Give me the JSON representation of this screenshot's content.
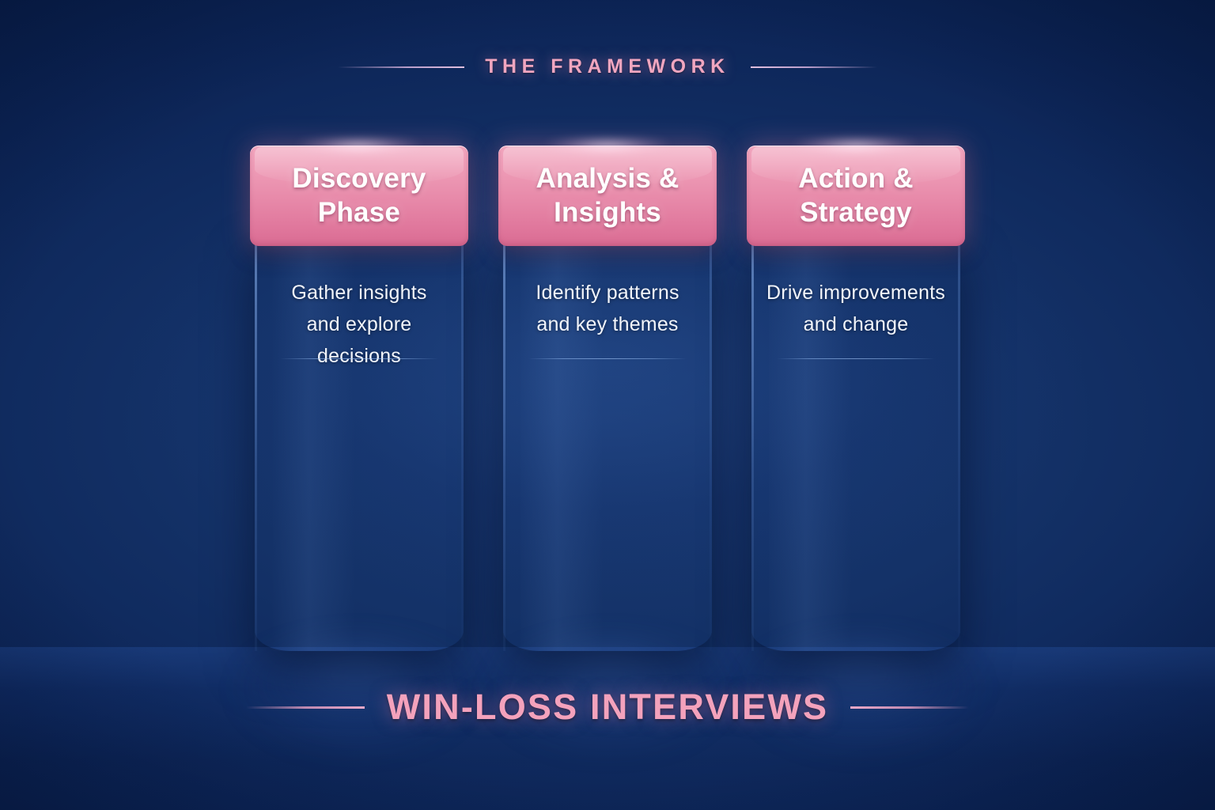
{
  "header": {
    "eyebrow_label": "THE FRAMEWORK"
  },
  "footer": {
    "label": "WIN-LOSS INTERVIEWS"
  },
  "colors": {
    "background_dark": "#03143a",
    "background_light": "#1a3a74",
    "column_blue": "#1e3b74",
    "accent_pink": "#eb93b0",
    "accent_pink_light": "#f4a2bc",
    "text_white": "#f2f5fb"
  },
  "columns": [
    {
      "title": "Discovery\nPhase",
      "description": "Gather insights\nand explore decisions"
    },
    {
      "title": "Analysis &\nInsights",
      "description": "Identify patterns\nand key themes"
    },
    {
      "title": "Action &\nStrategy",
      "description": "Drive improvements\nand change"
    }
  ]
}
